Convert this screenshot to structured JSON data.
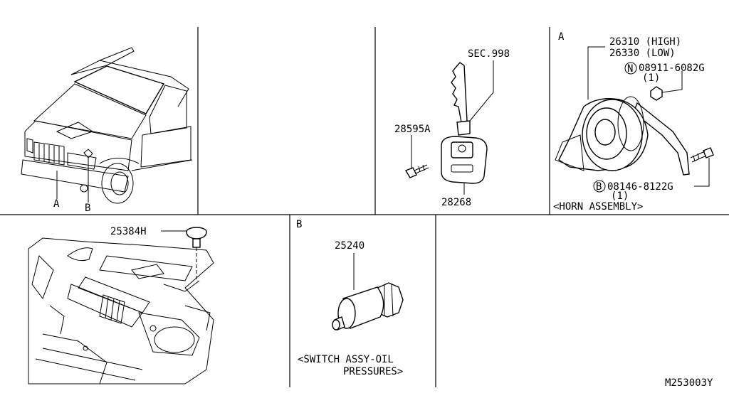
{
  "panels": {
    "vehicle": {
      "callout_a": "A",
      "callout_b": "B"
    },
    "key": {
      "sec": "SEC.998",
      "screw_part": "28595A",
      "remote_part": "28268"
    },
    "horn": {
      "section_letter": "A",
      "horn_high": "26310 (HIGH)",
      "horn_low": "26330 (LOW)",
      "nut_marker": "N",
      "nut_part": "08911-6082G",
      "nut_qty": "(1)",
      "bolt_marker": "B",
      "bolt_part": "08146-8122G",
      "bolt_qty": "(1)",
      "caption": "<HORN ASSEMBLY>"
    },
    "floor": {
      "plug_part": "25384H"
    },
    "switch": {
      "section_letter": "B",
      "part": "25240",
      "caption_line1": "<SWITCH ASSY-OIL",
      "caption_line2": "PRESSURES>"
    }
  },
  "diagram_code": "M253003Y"
}
